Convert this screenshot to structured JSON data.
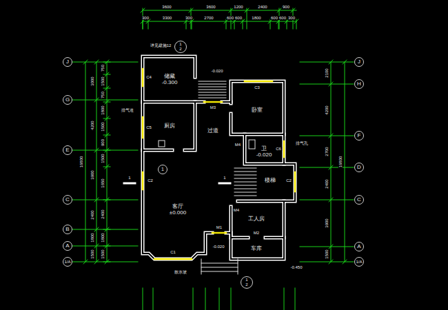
{
  "diagram": {
    "nodes": [
      {
        "text": [
          "储藏",
          "-0.300"
        ]
      },
      {
        "text": [
          "厨房"
        ]
      },
      {
        "text": [
          "过道"
        ]
      },
      {
        "text": [
          "卧室"
        ]
      },
      {
        "text": [
          "卫",
          "-0.020"
        ]
      },
      {
        "text": [
          "楼梯"
        ]
      },
      {
        "text": [
          "客厅",
          "±0.000"
        ]
      },
      {
        "text": [
          "工人房"
        ]
      },
      {
        "text": [
          "车库"
        ]
      },
      {
        "text": [
          "J"
        ]
      },
      {
        "text": [
          "G"
        ]
      },
      {
        "text": [
          "E"
        ]
      },
      {
        "text": [
          "C"
        ]
      },
      {
        "text": [
          "B"
        ]
      },
      {
        "text": [
          "A"
        ]
      },
      {
        "text": [
          "1/A"
        ]
      },
      {
        "text": [
          "J"
        ]
      },
      {
        "text": [
          "H"
        ]
      },
      {
        "text": [
          "F"
        ]
      },
      {
        "text": [
          "D"
        ]
      },
      {
        "text": [
          "C"
        ]
      },
      {
        "text": [
          "A"
        ]
      },
      {
        "text": [
          "1/A"
        ]
      },
      {
        "text": [
          "1"
        ]
      },
      {
        "text": [
          "1",
          "2"
        ]
      },
      {
        "text": [
          "1",
          "2"
        ]
      }
    ],
    "labels": [
      "3600",
      "3600",
      "1200",
      "2400",
      "900",
      "300",
      "3300",
      "300",
      "2700",
      "600",
      "600",
      "1800",
      "600",
      "600",
      "300",
      "16800",
      "3000",
      "4200",
      "3900",
      "2400",
      "1800",
      "1500",
      "750",
      "1500",
      "750",
      "1800",
      "1500",
      "900",
      "1500",
      "1650",
      "2400",
      "1800",
      "1500",
      "2100",
      "4200",
      "2700",
      "2400",
      "3900",
      "1500",
      "16800",
      "C1",
      "C2",
      "C2",
      "C3",
      "C4",
      "C5",
      "C6",
      "M1",
      "M2",
      "M3",
      "M4",
      "M4",
      "-0.020",
      "-0.020",
      "-0.450",
      "排气道",
      "排气孔",
      "详见建施12",
      "散水坡",
      "1",
      "1"
    ]
  }
}
